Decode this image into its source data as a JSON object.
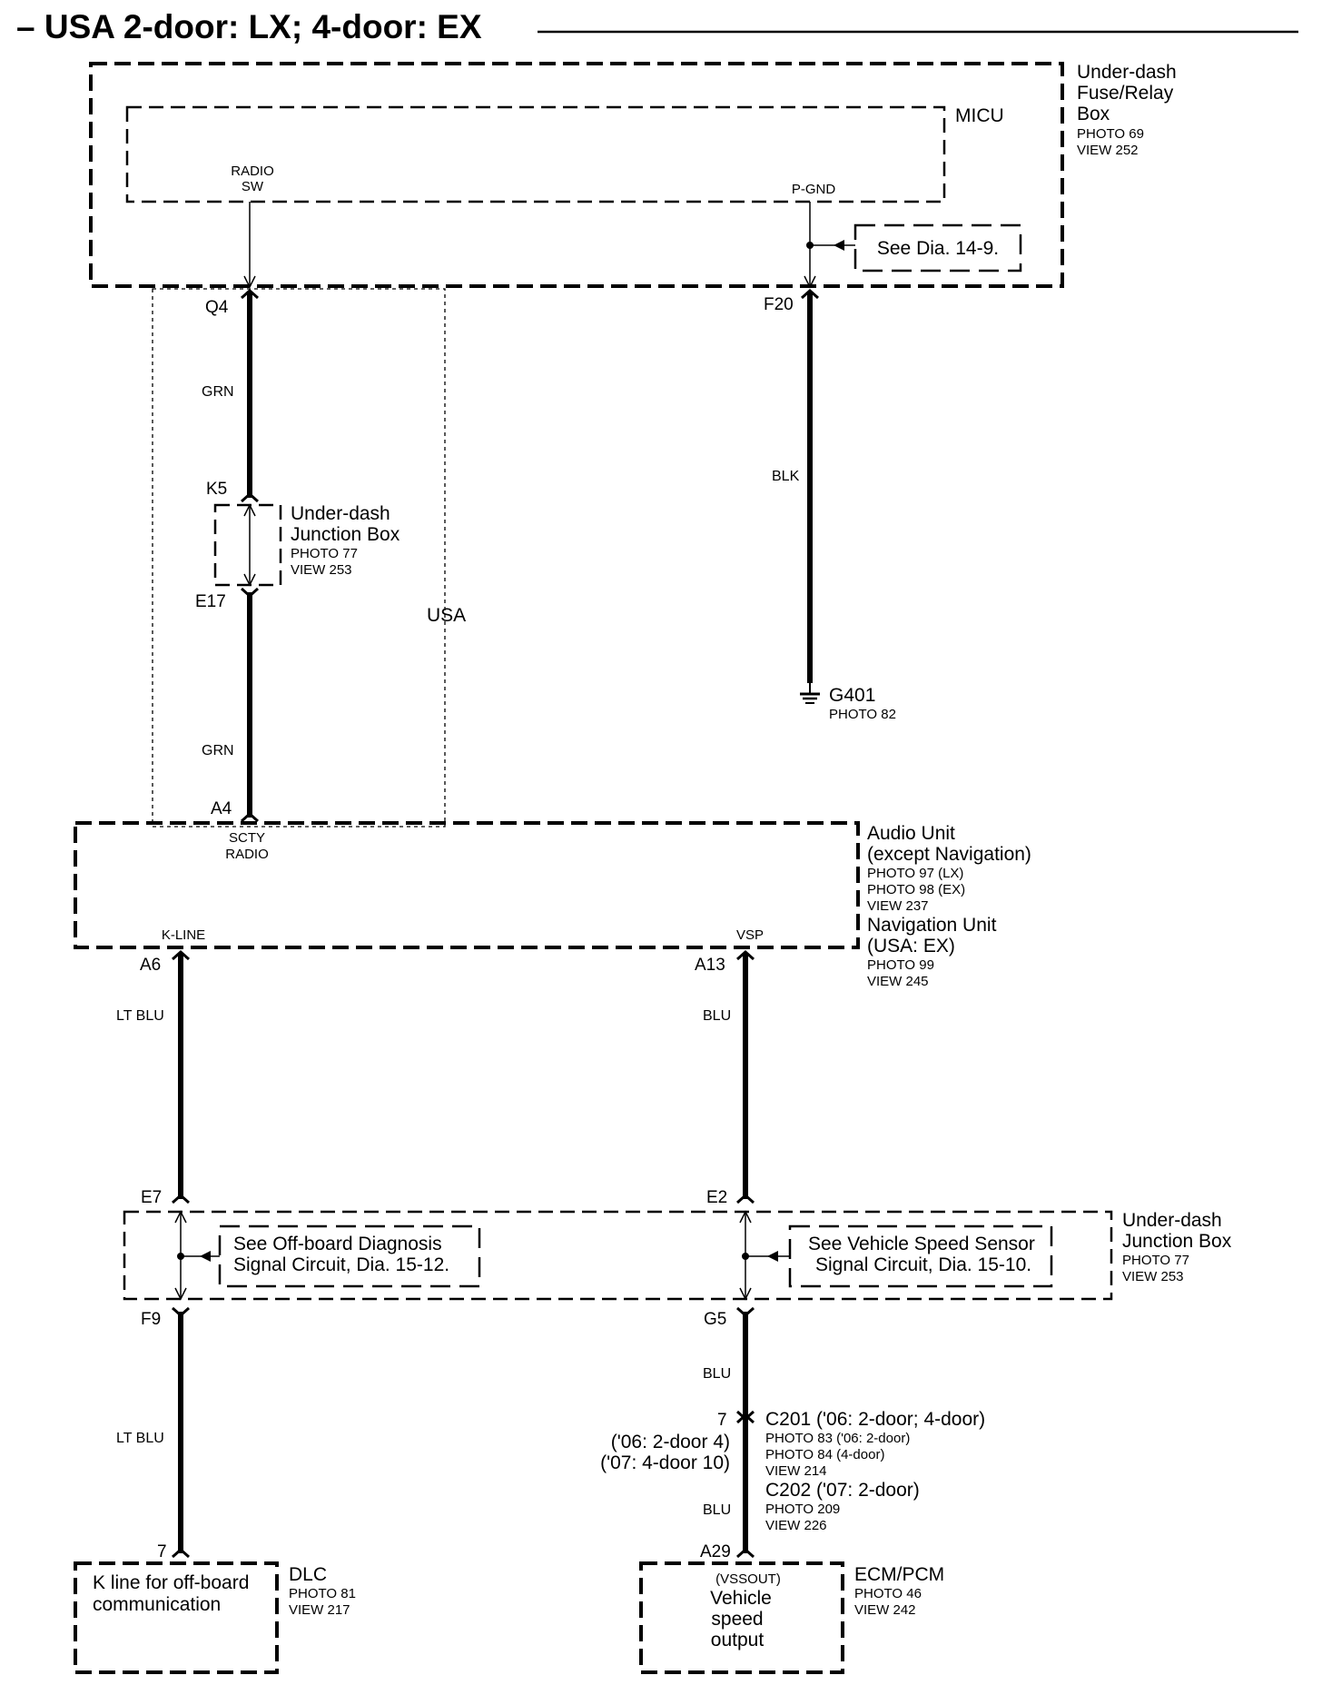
{
  "title": "– USA 2-door: LX; 4-door: EX",
  "components": {
    "fuse_relay_box": {
      "name_lines": [
        "Under-dash",
        "Fuse/Relay",
        "Box"
      ],
      "photo": "PHOTO 69",
      "view": "VIEW 252"
    },
    "micu": {
      "name": "MICU",
      "terminals": {
        "radio_sw": [
          "RADIO",
          "SW"
        ],
        "p_gnd": "P-GND"
      }
    },
    "see_dia_1": "See Dia. 14-9.",
    "junction_box_upper": {
      "name_lines": [
        "Under-dash",
        "Junction Box"
      ],
      "photo": "PHOTO 77",
      "view": "VIEW 253"
    },
    "usa_label": "USA",
    "ground": {
      "name": "G401",
      "photo": "PHOTO 82"
    },
    "audio_unit": {
      "name_lines": [
        "Audio Unit",
        "(except Navigation)"
      ],
      "photos": [
        "PHOTO 97 (LX)",
        "PHOTO 98 (EX)"
      ],
      "view": "VIEW 237",
      "nav_lines": [
        "Navigation Unit",
        "(USA: EX)"
      ],
      "nav_photo": "PHOTO 99",
      "nav_view": "VIEW 245",
      "terminals": {
        "scty_radio": [
          "SCTY",
          "RADIO"
        ],
        "k_line": "K-LINE",
        "vsp": "VSP"
      }
    },
    "junction_box_lower": {
      "name_lines": [
        "Under-dash",
        "Junction Box"
      ],
      "photo": "PHOTO 77",
      "view": "VIEW 253"
    },
    "see_offboard": [
      "See Off-board Diagnosis",
      "Signal Circuit, Dia. 15-12."
    ],
    "see_vss": [
      "See Vehicle Speed Sensor",
      "Signal Circuit, Dia. 15-10."
    ],
    "c201": {
      "name": "C201 ('06: 2-door; 4-door)",
      "photos": [
        "PHOTO 83 ('06: 2-door)",
        "PHOTO 84 (4-door)"
      ],
      "view": "VIEW 214"
    },
    "c202": {
      "name": "C202 ('07: 2-door)",
      "photo": "PHOTO 209",
      "view": "VIEW 226"
    },
    "c_pin_notes": [
      "('06: 2-door 4)",
      "('07: 4-door 10)"
    ],
    "dlc": {
      "name": "DLC",
      "photo": "PHOTO 81",
      "view": "VIEW 217",
      "inner": [
        "K line for off-board",
        "communication"
      ]
    },
    "ecm": {
      "name": "ECM/PCM",
      "photo": "PHOTO 46",
      "view": "VIEW 242",
      "inner": [
        "(VSSOUT)",
        "Vehicle",
        "speed",
        "output"
      ]
    }
  },
  "pins": {
    "q4": "Q4",
    "f20": "F20",
    "k5": "K5",
    "e17": "E17",
    "a4": "A4",
    "a6": "A6",
    "a13": "A13",
    "e7": "E7",
    "e2": "E2",
    "f9": "F9",
    "g5": "G5",
    "c_pin": "7",
    "dlc_pin": "7",
    "a29": "A29"
  },
  "wires": {
    "q4_k5": "GRN",
    "e17_a4": "GRN",
    "f20_g401": "BLK",
    "a6_e7": "LT BLU",
    "f9_dlc": "LT BLU",
    "a13_e2": "BLU",
    "g5_c": "BLU",
    "c_a29": "BLU"
  }
}
